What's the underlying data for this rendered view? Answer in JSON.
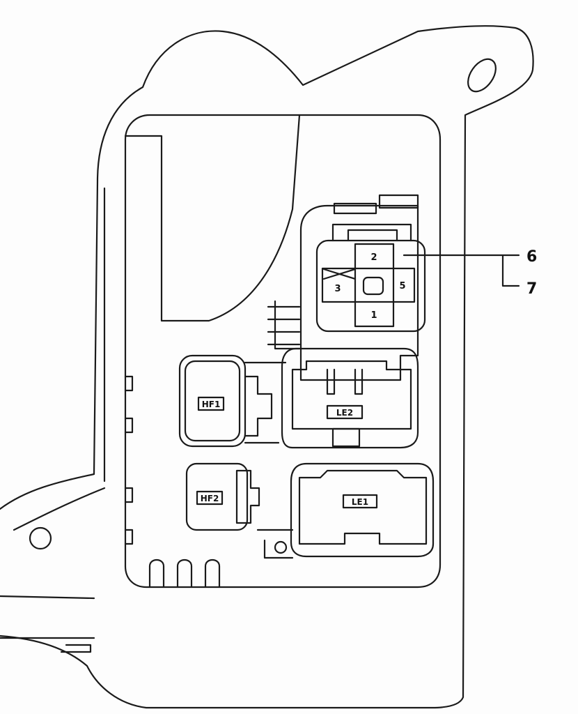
{
  "diagram": {
    "callouts": [
      "6",
      "7"
    ],
    "relay_terminals": {
      "top": "2",
      "left": "3",
      "right": "5",
      "bottom": "1"
    },
    "components": {
      "hf1": "HF1",
      "hf2": "HF2",
      "le2": "LE2",
      "le1": "LE1"
    }
  }
}
